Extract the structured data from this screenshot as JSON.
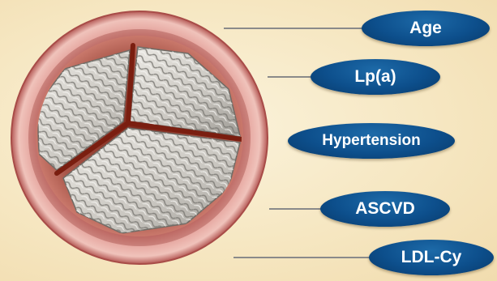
{
  "colors": {
    "background": "#f6e7c2",
    "pill_fill": "#0d4f8c",
    "pill_text": "#ffffff",
    "connector_line": "#8a8a8a",
    "ring": "#e1a09a",
    "valve_lumen": "#8e3a2c",
    "leaflet": "#d9d6d0"
  },
  "diagram": {
    "risk_factors": [
      {
        "label": "Age",
        "icon": "pill-label-age"
      },
      {
        "label": "Lp(a)",
        "icon": "pill-label-lpa"
      },
      {
        "label": "Hypertension",
        "icon": "pill-label-hypertension"
      },
      {
        "label": "ASCVD",
        "icon": "pill-label-ascvd"
      },
      {
        "label": "LDL-Cy",
        "icon": "pill-label-ldl"
      }
    ],
    "valve_icon": "aortic-valve-illustration"
  }
}
